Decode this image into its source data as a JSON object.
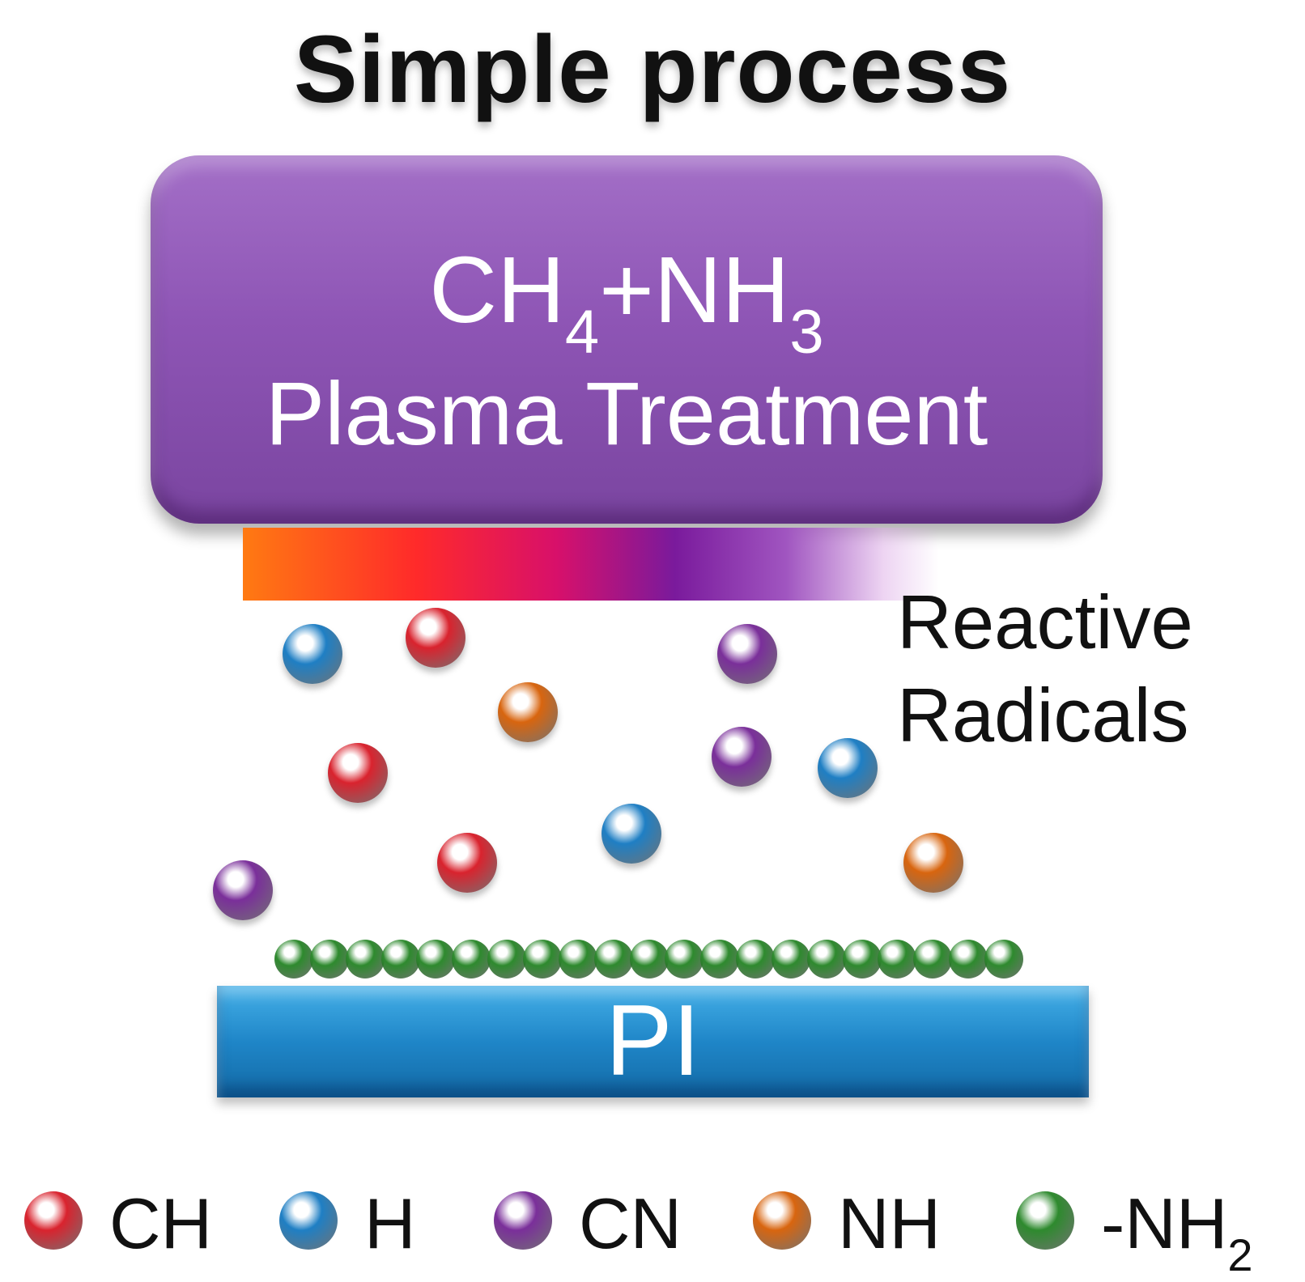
{
  "title": "Simple process",
  "plasma": {
    "formula_ch": "CH",
    "formula_ch_sub": "4",
    "formula_plus": "+NH",
    "formula_nh_sub": "3",
    "label": "Plasma Treatment"
  },
  "radicals_label": [
    "Reactive",
    "Radicals"
  ],
  "substrate_label": "PI",
  "colors": {
    "CH": "#d9232e",
    "H": "#1f7fc4",
    "CN": "#7a2f9a",
    "NH": "#d8650f",
    "NH2": "#2e8a2e",
    "plasma_box": "#8e55b5",
    "substrate": "#1f86c8"
  },
  "legend": [
    {
      "key": "CH",
      "label": "CH",
      "sub": ""
    },
    {
      "key": "H",
      "label": "H",
      "sub": ""
    },
    {
      "key": "CN",
      "label": "CN",
      "sub": ""
    },
    {
      "key": "NH",
      "label": "NH",
      "sub": ""
    },
    {
      "key": "NH2",
      "label": "-NH",
      "sub": "2"
    }
  ]
}
